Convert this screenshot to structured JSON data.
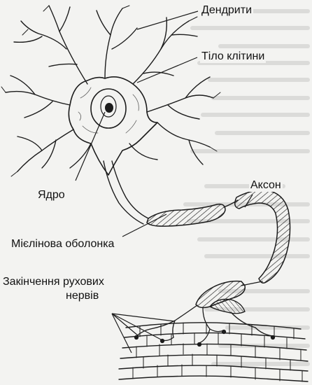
{
  "labels": {
    "dendrites": "Дендрити",
    "cell_body": "Тіло клітини",
    "nucleus": "Ядро",
    "axon": "Аксон",
    "myelin_sheath": "Мієлінова оболонка",
    "motor_nerve_endings_line1": "Закінчення рухових",
    "motor_nerve_endings_line2": "нервів"
  },
  "colors": {
    "ink": "#1c1c1c",
    "paper": "#f3f3f1",
    "bleed_text": "#b9b9b6"
  }
}
